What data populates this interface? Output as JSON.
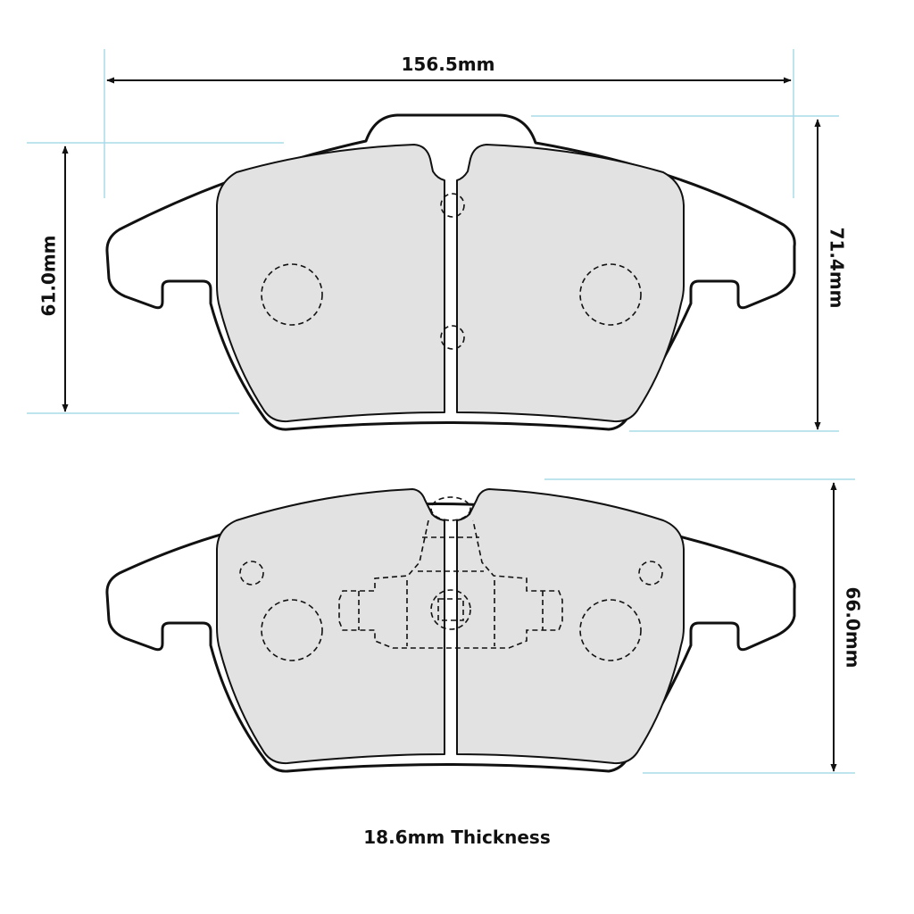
{
  "dimensions": {
    "width": "156.5mm",
    "height_left": "61.0mm",
    "height_right_top": "71.4mm",
    "height_right_bottom": "66.0mm"
  },
  "caption": "18.6mm Thickness",
  "colors": {
    "outline": "#111111",
    "pad_fill": "#e2e2e2",
    "guide_line": "#a8dbe8",
    "background": "#ffffff"
  }
}
